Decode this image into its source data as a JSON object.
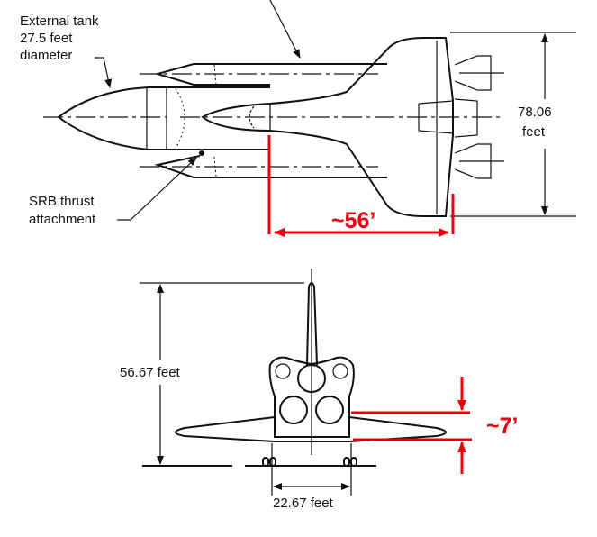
{
  "top_view": {
    "external_tank_label": [
      "External tank",
      "27.5 feet",
      "diameter"
    ],
    "srb_label": [
      "SRB thrust",
      "attachment"
    ],
    "wingspan_label": [
      "78.06",
      "feet"
    ],
    "annotation_length": "~56’"
  },
  "rear_view": {
    "height_label": "56.67 feet",
    "gear_width_label": "22.67 feet",
    "annotation_height": "~7’"
  },
  "colors": {
    "annotation": "#e8000b",
    "line": "#111111"
  }
}
